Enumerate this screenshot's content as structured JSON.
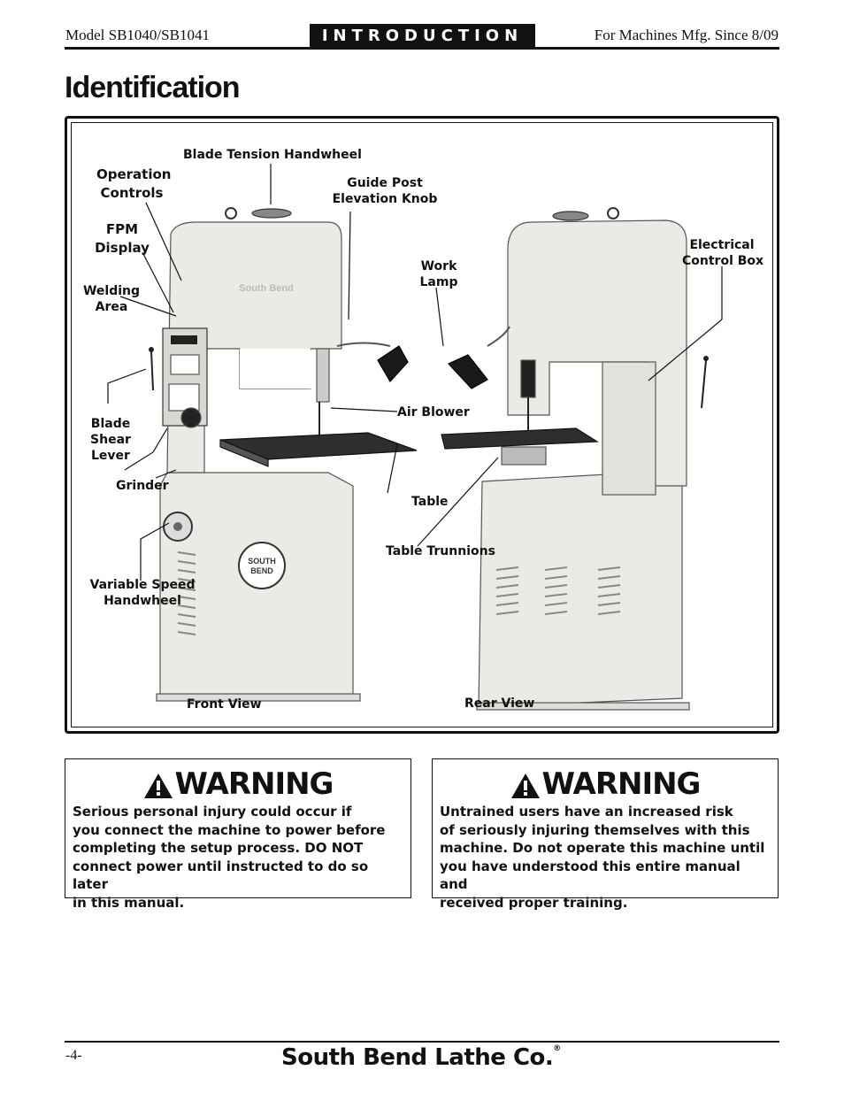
{
  "header": {
    "left": "Model SB1040/SB1041",
    "section": "INTRODUCTION",
    "right": "For Machines Mfg. Since 8/09"
  },
  "page_title": "Identification",
  "figure": {
    "labels": {
      "blade_tension_handwheel": "Blade Tension Handwheel",
      "operation_controls_1": "Operation",
      "operation_controls_2": "Controls",
      "guide_post_1": "Guide Post",
      "guide_post_2": "Elevation Knob",
      "fpm_1": "FPM",
      "fpm_2": "Display",
      "work_lamp_1": "Work",
      "work_lamp_2": "Lamp",
      "electrical_1": "Electrical",
      "electrical_2": "Control Box",
      "welding_1": "Welding",
      "welding_2": "Area",
      "blade_shear_1": "Blade",
      "blade_shear_2": "Shear",
      "blade_shear_3": "Lever",
      "air_blower": "Air Blower",
      "grinder": "Grinder",
      "table": "Table",
      "table_trunnions": "Table Trunnions",
      "variable_speed_1": "Variable Speed",
      "variable_speed_2": "Handwheel",
      "front_view": "Front View",
      "rear_view": "Rear View"
    },
    "machine_badge": [
      "SOUTH",
      "BEND"
    ],
    "machine_nameplate": "South Bend"
  },
  "warnings": [
    {
      "heading": "WARNING",
      "lines": [
        "Serious personal injury could occur if",
        "you connect the machine to power before",
        "completing the setup process. DO NOT",
        "connect power until instructed to do so later",
        "in this manual."
      ]
    },
    {
      "heading": "WARNING",
      "lines": [
        "Untrained users have an increased risk",
        "of seriously injuring themselves with this",
        "machine. Do not operate this machine until",
        "you have understood this entire manual and",
        "received proper training."
      ]
    }
  ],
  "footer": {
    "page_number": "-4-",
    "brand": "South Bend Lathe Co.",
    "brand_mark": "®"
  }
}
